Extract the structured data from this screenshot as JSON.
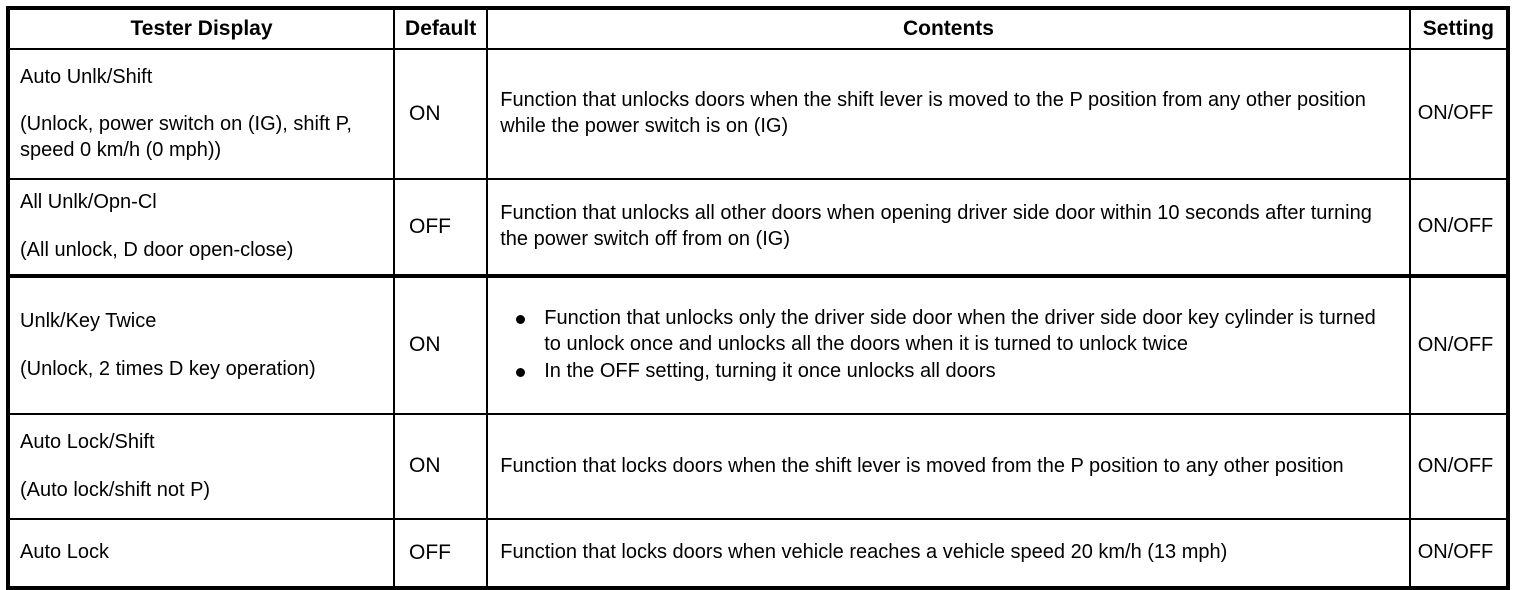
{
  "table": {
    "headers": {
      "tester_display": "Tester Display",
      "default": "Default",
      "contents": "Contents",
      "setting": "Setting"
    },
    "rows": [
      {
        "tester_name": "Auto Unlk/Shift",
        "tester_desc": "(Unlock, power switch on (IG), shift P, speed 0 km/h (0 mph))",
        "default": "ON",
        "contents_text": "Function that unlocks doors when the shift lever is moved to the P position from any other position while the power switch is on (IG)",
        "contents_bullets": [],
        "setting": "ON/OFF"
      },
      {
        "tester_name": "All Unlk/Opn-Cl",
        "tester_desc": "(All unlock, D door open-close)",
        "default": "OFF",
        "contents_text": "Function that unlocks all other doors when opening driver side door within 10 seconds after turning the power switch off from on (IG)",
        "contents_bullets": [],
        "setting": "ON/OFF"
      },
      {
        "tester_name": "Unlk/Key Twice",
        "tester_desc": "(Unlock, 2 times D key operation)",
        "default": "ON",
        "contents_text": "",
        "contents_bullets": [
          "Function that unlocks only the driver side door when the driver side door key cylinder is turned to unlock once and unlocks all the doors when it is turned to unlock twice",
          "In the OFF setting, turning it once unlocks all doors"
        ],
        "setting": "ON/OFF"
      },
      {
        "tester_name": "Auto Lock/Shift",
        "tester_desc": "(Auto lock/shift not P)",
        "default": "ON",
        "contents_text": "Function that locks doors when the shift lever is moved from the P position to any other position",
        "contents_bullets": [],
        "setting": "ON/OFF"
      },
      {
        "tester_name": "Auto Lock",
        "tester_desc": "",
        "default": "OFF",
        "contents_text": "Function that locks doors when vehicle reaches a vehicle speed 20 km/h (13 mph)",
        "contents_bullets": [],
        "setting": "ON/OFF"
      }
    ]
  },
  "colors": {
    "border": "#000000",
    "text": "#000000",
    "background": "#ffffff"
  }
}
